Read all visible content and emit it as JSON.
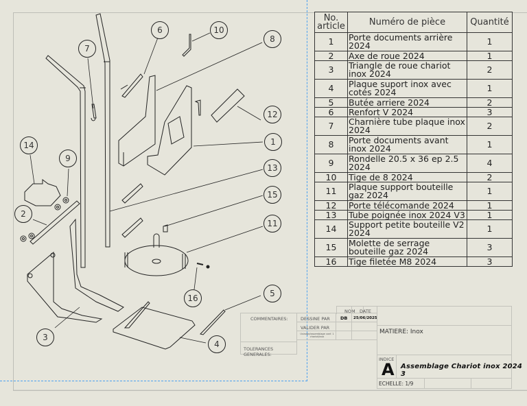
{
  "bom": {
    "headers": {
      "num": "No. article",
      "desc": "Numéro de pièce",
      "qty": "Quantité"
    },
    "rows": [
      {
        "num": "1",
        "desc": "Porte documents arrière 2024",
        "qty": "1"
      },
      {
        "num": "2",
        "desc": "Axe de roue 2024",
        "qty": "1"
      },
      {
        "num": "3",
        "desc": "Triangle de roue chariot inox 2024",
        "qty": "2"
      },
      {
        "num": "4",
        "desc": "Plaque suport inox  avec cotés 2024",
        "qty": "1"
      },
      {
        "num": "5",
        "desc": "Butée arriere 2024",
        "qty": "2"
      },
      {
        "num": "6",
        "desc": "Renfort V 2024",
        "qty": "3"
      },
      {
        "num": "7",
        "desc": "Charnière tube plaque inox 2024",
        "qty": "2"
      },
      {
        "num": "8",
        "desc": "Porte documents avant inox 2024",
        "qty": "1"
      },
      {
        "num": "9",
        "desc": "Rondelle 20.5 x 36 ep 2.5 2024",
        "qty": "4"
      },
      {
        "num": "10",
        "desc": "Tige de 8 2024",
        "qty": "2"
      },
      {
        "num": "11",
        "desc": "Plaque support bouteille gaz 2024",
        "qty": "1"
      },
      {
        "num": "12",
        "desc": "Porte télécomande 2024",
        "qty": "1"
      },
      {
        "num": "13",
        "desc": "Tube poignée inox 2024 V3",
        "qty": "1"
      },
      {
        "num": "14",
        "desc": "Support petite bouteille V2 2024",
        "qty": "1"
      },
      {
        "num": "15",
        "desc": "Molette de serrage bouteille gaz 2024",
        "qty": "3"
      },
      {
        "num": "16",
        "desc": "Tige filetée M8  2024",
        "qty": "3"
      }
    ]
  },
  "balloons": [
    "1",
    "2",
    "3",
    "4",
    "5",
    "6",
    "7",
    "8",
    "9",
    "10",
    "11",
    "12",
    "13",
    "14",
    "15",
    "16"
  ],
  "title_block": {
    "nom_label": "NOM",
    "date_label": "DATE",
    "commentaires_label": "COMMENTAIRES:",
    "dessine_label": "DESSINE PAR",
    "dessine_nom": "DB",
    "dessine_date": "25/06/2025",
    "valide_label": "VALIDER PAR",
    "small_note": "Usinage/assemblage conf. 1 chariot/inox",
    "tolerances_label": "TOLERANCES GENERALES:",
    "matiere": "MATIERE: Inox",
    "indice_label": "INDICE",
    "indice_value": "A",
    "title": "Assemblage Chariot inox 2024 3",
    "echelle": "ECHELLE: 1/9"
  }
}
